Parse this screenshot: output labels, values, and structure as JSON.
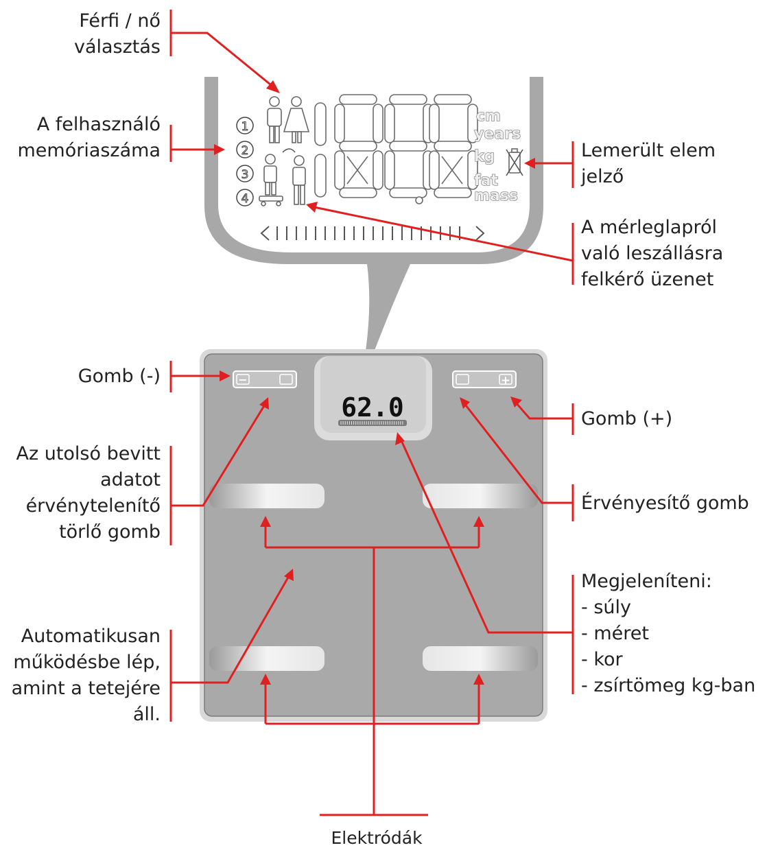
{
  "labels": {
    "gender_select": [
      "Férfi / nő",
      "választás"
    ],
    "user_memory": [
      "A felhasználó",
      "memóriaszáma"
    ],
    "battery_low": [
      "Lemerült elem",
      "jelző"
    ],
    "step_off": [
      "A mérleglapról",
      "való leszállásra",
      "felkérő üzenet"
    ],
    "button_minus": [
      "Gomb (-)"
    ],
    "button_plus": [
      "Gomb (+)"
    ],
    "clear_button": [
      "Az utolsó bevitt",
      "adatot",
      "érvénytelenítő",
      "törlő gomb"
    ],
    "confirm_button": [
      "Érvényesítő gomb"
    ],
    "auto_on": [
      "Automatikusan",
      "működésbe lép,",
      "amint a tetejére",
      "áll."
    ],
    "display_modes": [
      "Megjeleníteni:",
      "- súly",
      "- méret",
      "- kor",
      "- zsírtömeg kg-ban"
    ],
    "electrodes": [
      "Elektródák"
    ]
  },
  "lcd": {
    "memory_numbers": [
      "1",
      "2",
      "3",
      "4"
    ],
    "units": [
      "cm",
      "years",
      "kg",
      "fat",
      "mass"
    ]
  },
  "scale": {
    "display_value": "62.0",
    "minus_symbol": "−",
    "plus_symbol": "+"
  },
  "colors": {
    "annotation": "#e02020",
    "scale_body": "#a9a9a9",
    "lcd_frame": "#a8a8a8"
  }
}
